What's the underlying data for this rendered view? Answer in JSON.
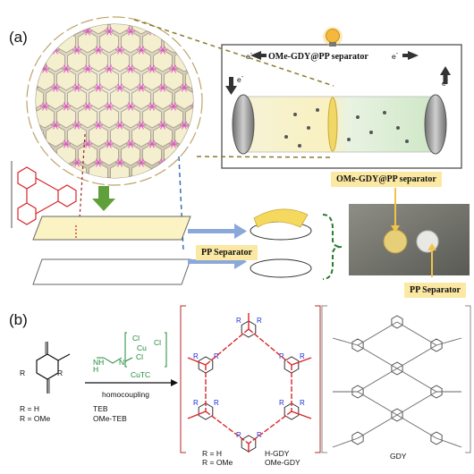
{
  "panel_a": {
    "label": "(a)",
    "circuit_label": "OMe-GDY@PP separator",
    "electron_symbol": "e",
    "electron_superscript": "-",
    "separator_label_box": "OMe-GDY@PP separator",
    "pp_separator_label": "PP Separator",
    "photo_pp_label": "PP Separator"
  },
  "panel_b": {
    "label": "(b)",
    "monomer_r_label": "R",
    "r_equals_h": "R = H",
    "r_equals_ome": "R = OMe",
    "teb": "TEB",
    "ome_teb": "OMe-TEB",
    "catalyst_nh": "NH",
    "catalyst_h": "H",
    "catalyst_n": "N",
    "catalyst_cl1": "Cl",
    "catalyst_cu": "Cu",
    "catalyst_cl2": "Cl",
    "catalyst_cl3": "Cl",
    "cutc": "CuTC",
    "homocoupling": "homocoupling",
    "product_r_h": "R = H",
    "product_r_ome": "R = OMe",
    "h_gdy": "H-GDY",
    "ome_gdy": "OMe-GDY",
    "gdy": "GDY"
  },
  "colors": {
    "pink": "#e255c8",
    "red_bond": "#d9252a",
    "blue_r": "#1d2fd6",
    "green_arrow": "#5fa03a",
    "blue_arrow": "#8aa8da",
    "yellow_box": "#fbe9a3",
    "dash_blue": "#3b6fb4",
    "dash_olive": "#8a7a2a"
  },
  "icons": [
    "lightbulb-icon",
    "battery-cell-icon",
    "down-arrow-icon",
    "right-arrow-icon",
    "up-arrow-icon"
  ]
}
